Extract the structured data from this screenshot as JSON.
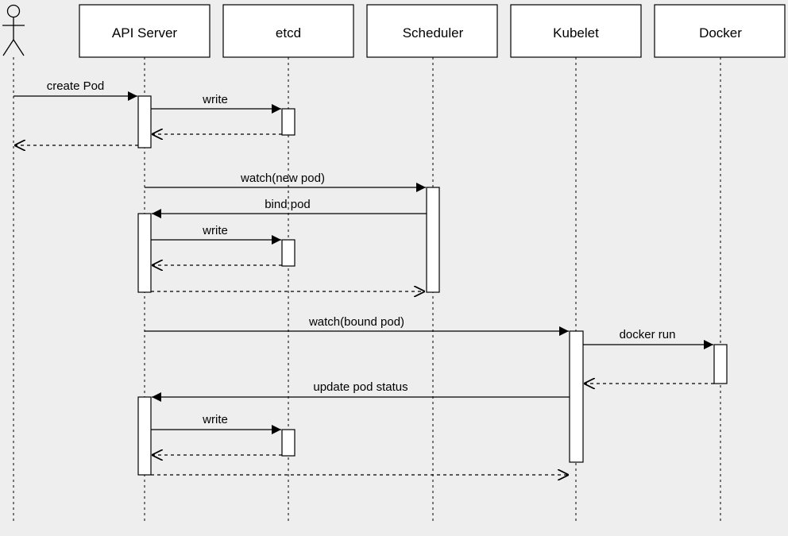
{
  "actor": {
    "name": ""
  },
  "participants": [
    {
      "id": "api",
      "label": "API Server"
    },
    {
      "id": "etcd",
      "label": "etcd"
    },
    {
      "id": "scheduler",
      "label": "Scheduler"
    },
    {
      "id": "kubelet",
      "label": "Kubelet"
    },
    {
      "id": "docker",
      "label": "Docker"
    }
  ],
  "messages": [
    {
      "id": "m1",
      "from": "actor",
      "to": "api",
      "label": "create Pod",
      "kind": "call"
    },
    {
      "id": "m2",
      "from": "api",
      "to": "etcd",
      "label": "write",
      "kind": "call"
    },
    {
      "id": "m3",
      "from": "etcd",
      "to": "api",
      "label": "",
      "kind": "return"
    },
    {
      "id": "m4",
      "from": "api",
      "to": "actor",
      "label": "",
      "kind": "return"
    },
    {
      "id": "m5",
      "from": "api",
      "to": "scheduler",
      "label": "watch(new pod)",
      "kind": "call"
    },
    {
      "id": "m6",
      "from": "scheduler",
      "to": "api",
      "label": "bind pod",
      "kind": "call"
    },
    {
      "id": "m7",
      "from": "api",
      "to": "etcd",
      "label": "write",
      "kind": "call"
    },
    {
      "id": "m8",
      "from": "etcd",
      "to": "api",
      "label": "",
      "kind": "return"
    },
    {
      "id": "m9",
      "from": "api",
      "to": "scheduler",
      "label": "",
      "kind": "return"
    },
    {
      "id": "m10",
      "from": "api",
      "to": "kubelet",
      "label": "watch(bound pod)",
      "kind": "call"
    },
    {
      "id": "m11",
      "from": "kubelet",
      "to": "docker",
      "label": "docker run",
      "kind": "call"
    },
    {
      "id": "m12",
      "from": "docker",
      "to": "kubelet",
      "label": "",
      "kind": "return"
    },
    {
      "id": "m13",
      "from": "kubelet",
      "to": "api",
      "label": "update pod status",
      "kind": "call"
    },
    {
      "id": "m14",
      "from": "api",
      "to": "etcd",
      "label": "write",
      "kind": "call"
    },
    {
      "id": "m15",
      "from": "etcd",
      "to": "api",
      "label": "",
      "kind": "return"
    },
    {
      "id": "m16",
      "from": "api",
      "to": "kubelet",
      "label": "",
      "kind": "return"
    }
  ]
}
